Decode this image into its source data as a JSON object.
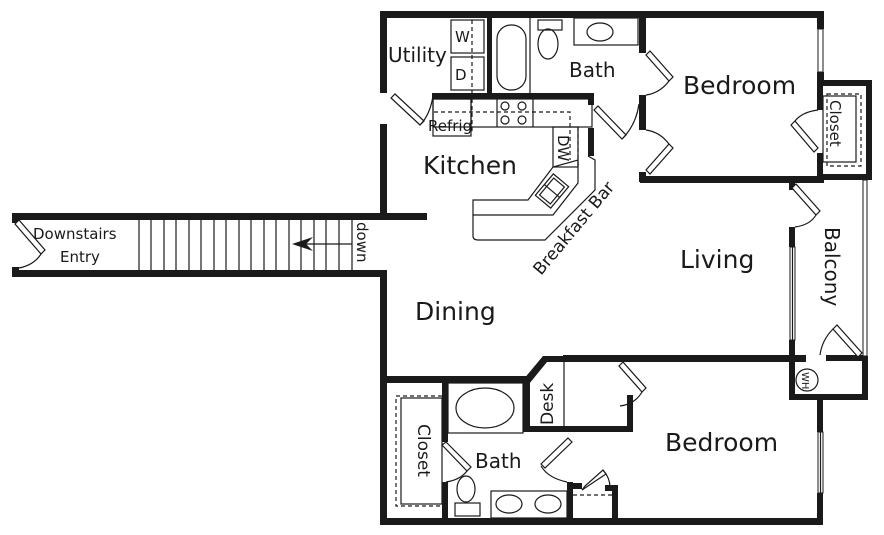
{
  "floorplan": {
    "rooms": {
      "utility": "Utility",
      "washer": "W",
      "dryer": "D",
      "bath_top": "Bath",
      "bedroom_top": "Bedroom",
      "closet_top": "Closet",
      "refrig": "Refrig",
      "dishwasher": "DW",
      "kitchen": "Kitchen",
      "breakfast_bar": "Breakfast Bar",
      "downstairs_entry_line1": "Downstairs",
      "downstairs_entry_line2": "Entry",
      "stairs_direction": "down",
      "living": "Living",
      "balcony": "Balcony",
      "dining": "Dining",
      "water_heater": "WH",
      "desk": "Desk",
      "closet_bottom": "Closet",
      "bath_bottom": "Bath",
      "bedroom_bottom": "Bedroom"
    },
    "colors": {
      "wall": "#1a1a1a",
      "background": "#ffffff"
    }
  }
}
